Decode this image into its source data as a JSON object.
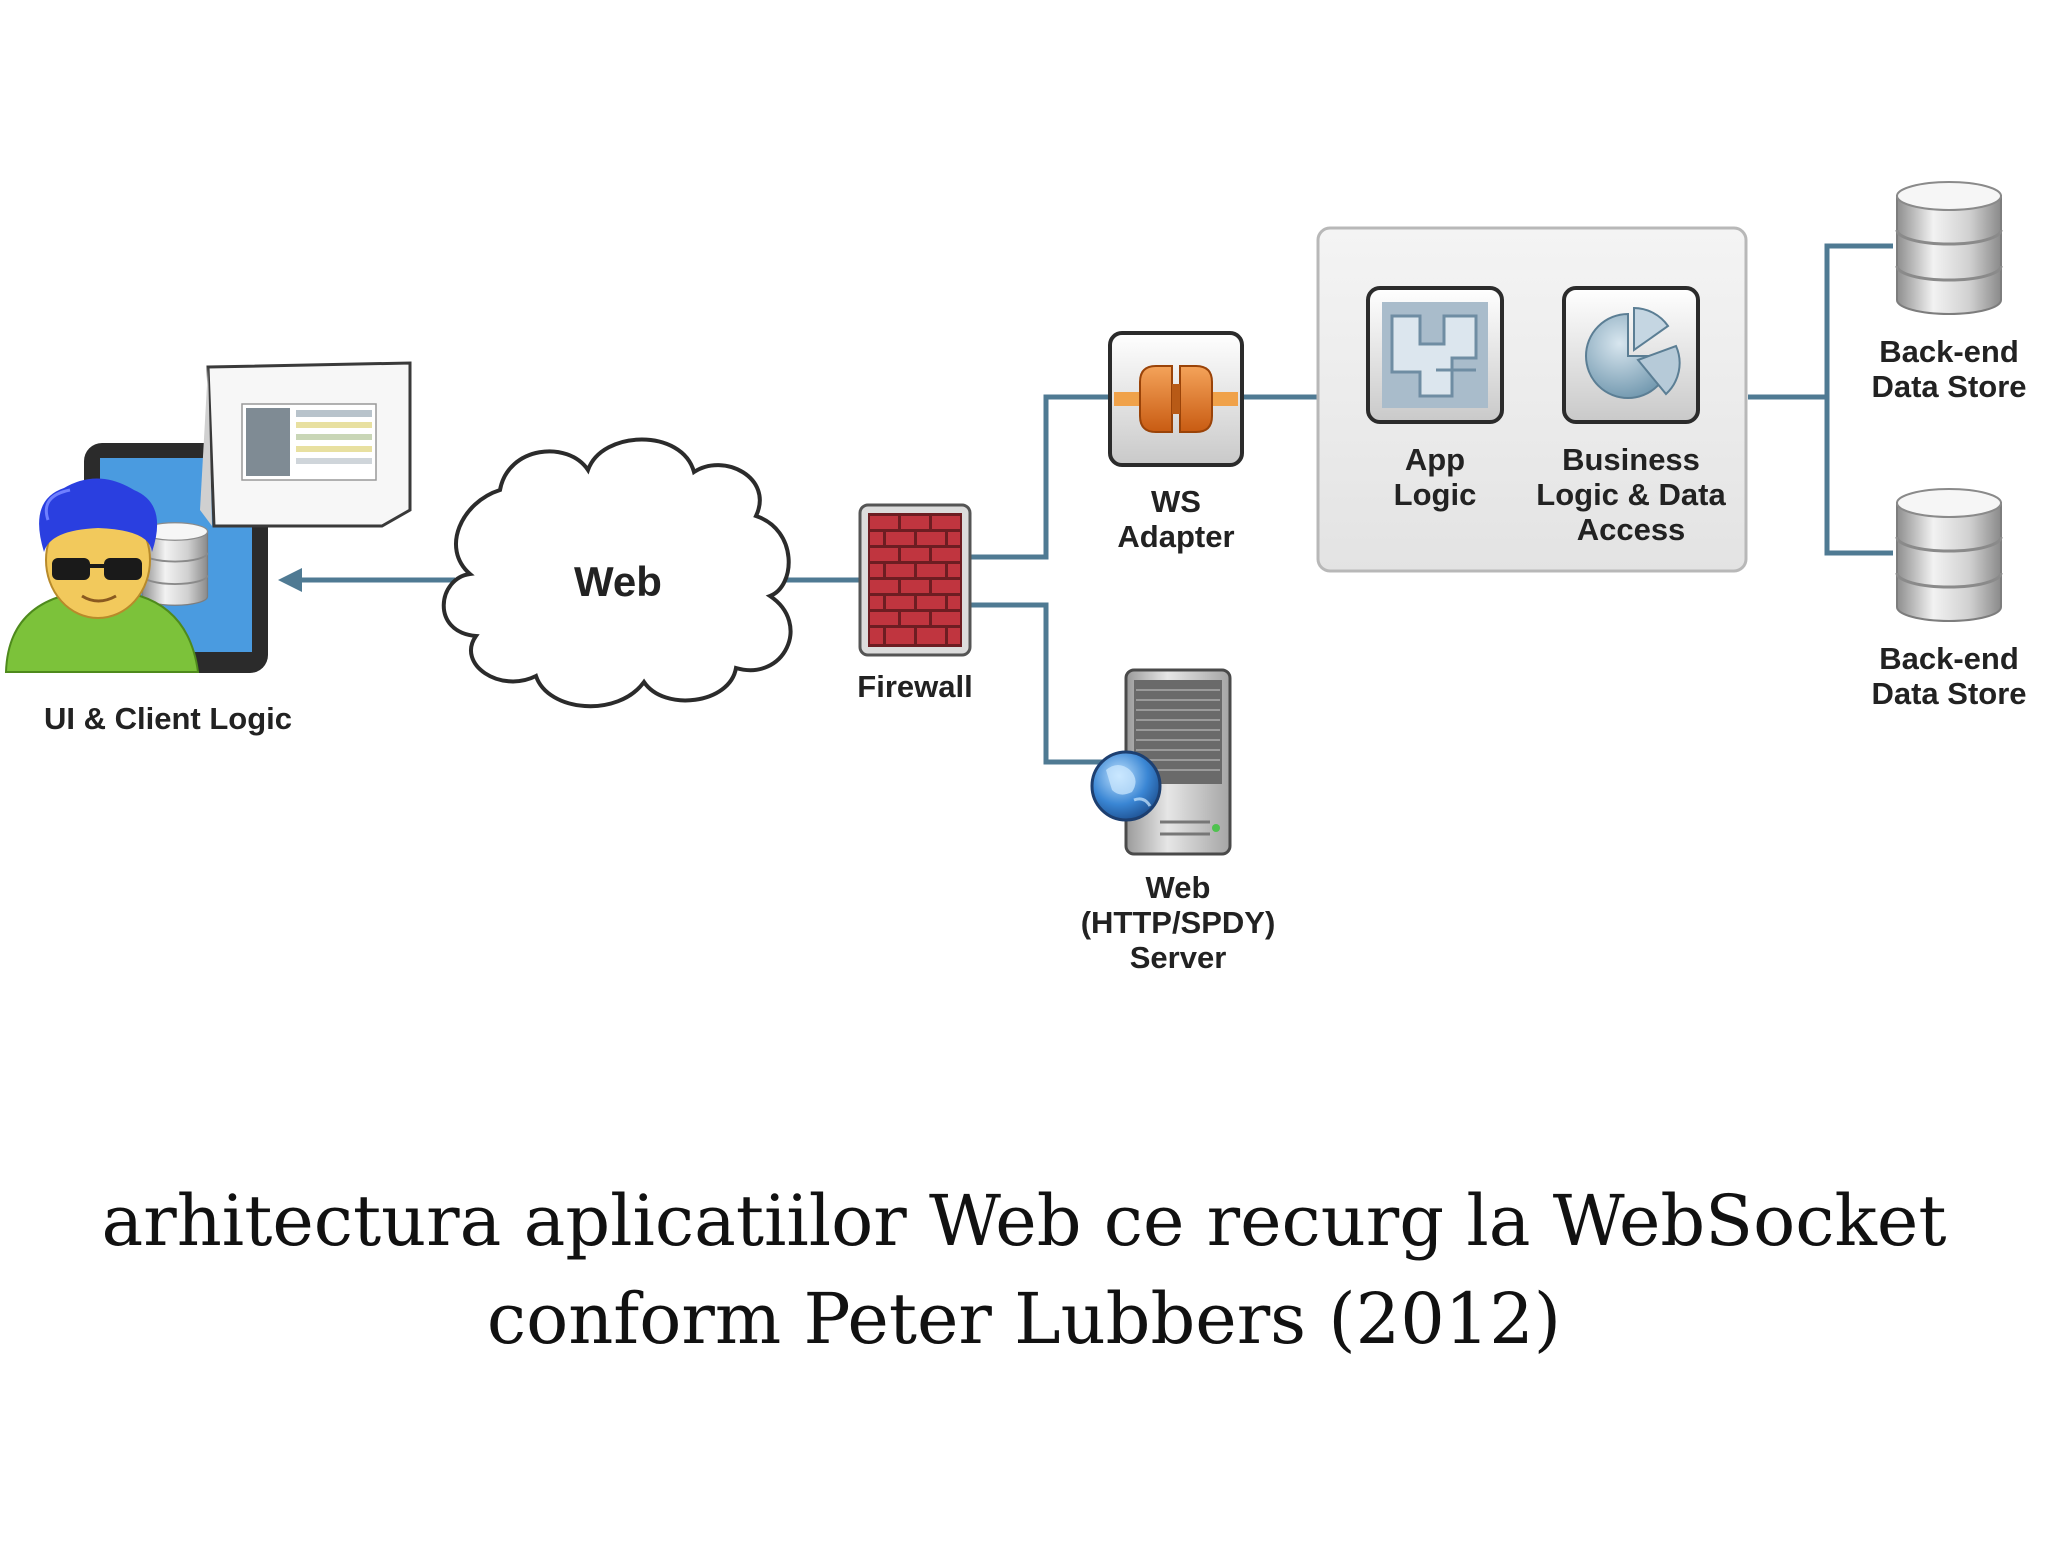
{
  "nodes": {
    "client": "UI & Client Logic",
    "web": "Web",
    "firewall": "Firewall",
    "ws_adapter": [
      "WS",
      "Adapter"
    ],
    "web_server": [
      "Web",
      "(HTTP/SPDY)",
      "Server"
    ],
    "app_logic": [
      "App",
      "Logic"
    ],
    "business_logic": [
      "Business",
      "Logic & Data",
      "Access"
    ],
    "data_store_1": [
      "Back-end",
      "Data Store"
    ],
    "data_store_2": [
      "Back-end",
      "Data Store"
    ]
  },
  "caption": {
    "line1": "arhitectura aplicatiilor Web ce recurg la WebSocket",
    "line2": "conform Peter Lubbers (2012)"
  },
  "colors": {
    "connector": "#4f7a93",
    "firewall_brick": "#b0303a",
    "ws_adapter": "#e0782a",
    "avatar_hair": "#2a3fe0",
    "avatar_body": "#7cc23a",
    "tablet_screen": "#4a9be0"
  },
  "icons": [
    "tablet-icon",
    "avatar-icon",
    "document-icon",
    "cloud-icon",
    "firewall-icon",
    "plug-icon",
    "server-icon",
    "globe-icon",
    "app-logic-icon",
    "pie-chart-icon",
    "database-icon"
  ]
}
